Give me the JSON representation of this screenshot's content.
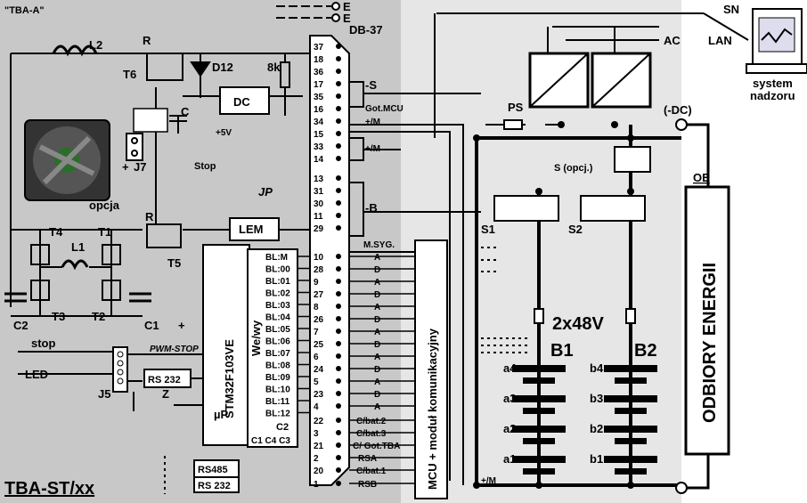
{
  "regions": {
    "left_fill": "#c8c8c8",
    "right_fill": "#e6e6e6"
  },
  "labels": {
    "tba_a": "\"TBA-A\"",
    "tba_st": "TBA-ST/xx",
    "e1": "E",
    "e2": "E",
    "db37": "DB-37",
    "l2": "L2",
    "r_top": "R",
    "t6": "T6",
    "d12": "D12",
    "k8": "8k",
    "dc": "DC",
    "plus5v": "+5V",
    "c_mid": "C",
    "j7": "J7",
    "plus_j7": "+",
    "opcja": "opcja",
    "stop_mid": "Stop",
    "jp": "JP",
    "r_mid": "R",
    "t5": "T5",
    "lem": "LEM",
    "t4": "T4",
    "l1": "L1",
    "t1": "T1",
    "t3": "T3",
    "t2": "T2",
    "c2": "C2",
    "c1": "C1",
    "plus_c1": "+",
    "stop": "stop",
    "led": "LED",
    "pwm_stop": "PWM-STOP",
    "rs232": "RS 232",
    "j5": "J5",
    "z": "Z",
    "mcu": "STM32F103VE",
    "mup": "µP",
    "wewy": "We/wy",
    "rs485": "RS485",
    "rs232b": "RS 232",
    "c2s": "C2",
    "c1c4c3": "C1 C4 C3",
    "minus_s": "-S",
    "got_mcu": "Got.MCU",
    "plus_m1": "+/M",
    "plus_m2": "+/M",
    "minus_b": "-B",
    "msyg": "M.SYG.",
    "c_bat2": "C/bat.2",
    "c_bat3": "C/bat.3",
    "c_got_tba": "C/ Got.TBA",
    "rsa": "RSA",
    "c_bat1": "C/bat.1",
    "rsb": "RSB",
    "mcu_module": "MCU + moduł komunikacyjny",
    "ps": "PS",
    "ac": "AC",
    "dc_minus": "(-DC)",
    "s_opcj": "S (opcj.)",
    "oe": "OE",
    "odbiory": "ODBIORY ENERGII",
    "s1": "S1",
    "s2": "S2",
    "x48v": "2x48V",
    "b1": "B1",
    "b2": "B2",
    "a4": "a4",
    "a3": "a3",
    "a2": "a2",
    "a1": "a1",
    "b4": "b4",
    "b3": "b3",
    "b2c": "b2",
    "b1c": "b1",
    "plus_m_bottom": "+/M",
    "sn": "SN",
    "lan": "LAN",
    "system": "system",
    "nadzoru": "nadzoru"
  },
  "bl_labels": [
    "BL:M",
    "BL:00",
    "BL:01",
    "BL:02",
    "BL:03",
    "BL:04",
    "BL:05",
    "BL:06",
    "BL:07",
    "BL:08",
    "BL:09",
    "BL:10",
    "BL:11",
    "BL:12"
  ],
  "pins_top": [
    "37",
    "18",
    "36",
    "17",
    "35",
    "16",
    "34",
    "15",
    "33",
    "14",
    "13",
    "31",
    "30",
    "11",
    "29"
  ],
  "pins_bl": [
    "10",
    "28",
    "9",
    "27",
    "8",
    "26",
    "7",
    "25",
    "6",
    "24",
    "5",
    "23",
    "4"
  ],
  "pins_bottom": [
    "22",
    "3",
    "21",
    "2",
    "20",
    "1"
  ],
  "ad_labels": [
    "A",
    "D",
    "A",
    "D",
    "A",
    "D",
    "A",
    "D",
    "A",
    "D",
    "A",
    "D",
    "A"
  ]
}
